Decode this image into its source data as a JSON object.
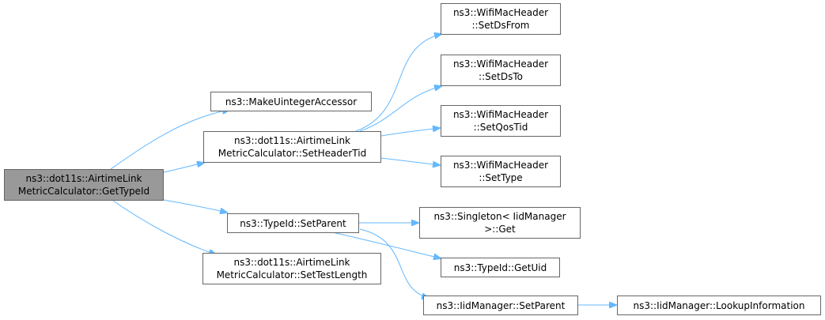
{
  "colors": {
    "edge": "#63b8ff",
    "node_border": "#666666",
    "root_fill": "#999999",
    "node_fill": "#ffffff"
  },
  "nodes": {
    "get_type_id": {
      "line1": "ns3::dot11s::AirtimeLink",
      "line2": "MetricCalculator::GetTypeId"
    },
    "make_uinteger_accessor": {
      "line1": "ns3::MakeUintegerAccessor"
    },
    "set_header_tid": {
      "line1": "ns3::dot11s::AirtimeLink",
      "line2": "MetricCalculator::SetHeaderTid"
    },
    "typeid_set_parent": {
      "line1": "ns3::TypeId::SetParent"
    },
    "set_test_length": {
      "line1": "ns3::dot11s::AirtimeLink",
      "line2": "MetricCalculator::SetTestLength"
    },
    "set_ds_from": {
      "line1": "ns3::WifiMacHeader",
      "line2": "::SetDsFrom"
    },
    "set_ds_to": {
      "line1": "ns3::WifiMacHeader",
      "line2": "::SetDsTo"
    },
    "set_qos_tid": {
      "line1": "ns3::WifiMacHeader",
      "line2": "::SetQosTid"
    },
    "set_type": {
      "line1": "ns3::WifiMacHeader",
      "line2": "::SetType"
    },
    "singleton_get": {
      "line1": "ns3::Singleton< IidManager",
      "line2": ">::Get"
    },
    "typeid_get_uid": {
      "line1": "ns3::TypeId::GetUid"
    },
    "iid_set_parent": {
      "line1": "ns3::IidManager::SetParent"
    },
    "iid_lookup": {
      "line1": "ns3::IidManager::LookupInformation"
    }
  }
}
